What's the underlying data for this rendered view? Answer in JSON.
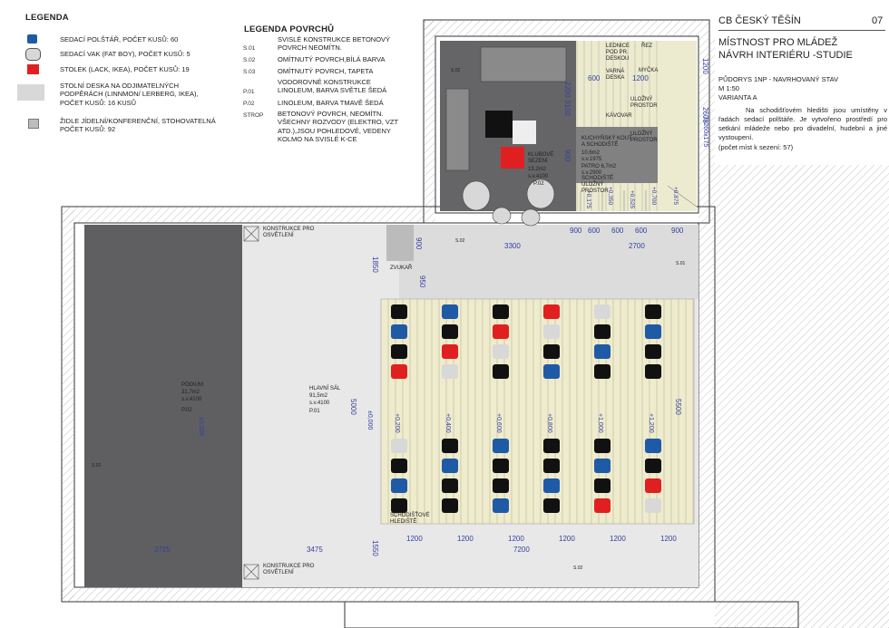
{
  "legend": {
    "title": "LEGENDA",
    "items": [
      {
        "label": "SEDACÍ POLŠTÁŘ, POČET KUSŮ: 60",
        "color": "#1f5aa6",
        "icon": "cushion-icon"
      },
      {
        "label": "SEDACÍ VAK (FAT BOY), POČET KUSŮ: 5",
        "color": "#d8d8d8",
        "icon": "beanbag-icon"
      },
      {
        "label": "STOLEK (LACK, IKEA), POČET KUSŮ: 19",
        "color": "#e02020",
        "icon": "table-icon"
      },
      {
        "label": "STOLNÍ DESKA NA ODJIMATELNÝCH PODPĚRÁCH (LINNMON/ LERBERG, IKEA), POČET KUSŮ: 16 KUSŮ",
        "color": "#d8d8d8",
        "icon": "tabletop-icon"
      },
      {
        "label": "ŽIDLE JÍDELNÍ/KONFERENČNÍ, STOHOVATELNÁ POČET KUSŮ: 92",
        "color": "#bdbdbd",
        "icon": "chair-icon"
      }
    ]
  },
  "surfaces": {
    "title": "LEGENDA POVRCHŮ",
    "items": [
      {
        "code": "S.01",
        "label": "SVISLÉ KONSTRUKCE BETONOVÝ POVRCH NEOMÍTN."
      },
      {
        "code": "S.02",
        "label": "OMÍTNUTÝ POVRCH,BÍLÁ BARVA"
      },
      {
        "code": "S.03",
        "label": "OMÍTNUTÝ POVRCH, TAPETA"
      },
      {
        "code": "P.01",
        "label": "VODOROVNÉ KONSTRUKCE LINOLEUM, BARVA SVĚTLE ŠEDÁ"
      },
      {
        "code": "P.02",
        "label": "LINOLEUM, BARVA TMAVĚ ŠEDÁ"
      },
      {
        "code": "STROP",
        "label": "BETONOVÝ POVRCH, NEOMÍTN. VŠECHNY ROZVODY (ELEKTRO, VZT ATD.),JSOU POHLEDOVÉ, VEDENY KOLMO NA SVISLÉ K-CE"
      }
    ]
  },
  "header": {
    "org": "CB ČESKÝ TĚŠÍN",
    "page": "07",
    "title_line1": "MÍSTNOST PRO MLÁDEŽ",
    "title_line2": "NÁVRH INTERIÉRU -STUDIE",
    "plan": "PŮDORYS 1NP - NAVRHOVANÝ STAV",
    "scale": "M 1:50",
    "variant": "VARIANTA A",
    "note": "Na schodišťovém hledišti jsou umístěny v řadách sedací polštáře. Je vytvořeno prostředí pro setkání mládeže nebo pro divadelní, hudební a jiné vystoupení.",
    "seats": "(počet míst k sezení: 57)"
  },
  "rooms": {
    "podium": {
      "name": "PÓDIUM",
      "area": "31,7m2",
      "level": "s.v.4100",
      "floor": "P.02",
      "height": "±0,000"
    },
    "hall": {
      "name": "HLAVNÍ SÁL",
      "area": "91,5m2",
      "level": "s.v.4100",
      "floor": "P.01",
      "height": "±0,000"
    },
    "club": {
      "name": "KLUBOVÉ SEZENÍ",
      "area": "13,2m2",
      "level": "s.v.4100",
      "floor": "P.02"
    },
    "kitchen": {
      "name": "KUCHYŇSKÝ KOUT A SCHODIŠTĚ",
      "area": "10,6m2",
      "level": "s.v.1975",
      "mezz": "PATRO 6,7m2",
      "mezz_level": "s.v.2900"
    },
    "stairs_label": "SCHODIŠŤOVÉ HLEDIŠTĚ",
    "storage": "SCHODIŠTĚ ULOŽNÝ PROSTOR"
  },
  "labels": {
    "light1": "KONSTRUKCE PRO OSVĚTLENÍ",
    "light2": "KONSTRUKCE PRO OSVĚTLENÍ",
    "bell": "ZVUKAŘ",
    "fridge": "LEDNICE POD PR. DESKOU",
    "sink": "VARNÁ DESKA",
    "shelf": "ŘEZ",
    "dish": "MYČKA",
    "store1": "ULOŽNÝ PROSTOR",
    "store2": "ULOŽNÝ PROSTOR",
    "coffee": "KÁVOVAR"
  },
  "levels": [
    "+0,200",
    "+0,400",
    "+0,600",
    "+0,800",
    "+1,000",
    "+1,200"
  ],
  "mezz_levels": [
    "+0,175",
    "+0,350",
    "+0,525",
    "+0,700",
    "+0,875"
  ],
  "dims": {
    "d3725": "3725",
    "d3475": "3475",
    "d7200": "7200",
    "d3300": "3300",
    "d2700": "2700",
    "d900a": "900",
    "d600a": "600",
    "d600b": "600",
    "d600c": "600",
    "d900b": "900",
    "d1200a": "1200",
    "d1200b": "1200",
    "d1200c": "1200",
    "d1200d": "1200",
    "d1200e": "1200",
    "d1200f": "1200",
    "d5000": "5000",
    "d5500": "5500",
    "d1550": "1550",
    "d950": "950",
    "d1850": "1850",
    "d2200": "2200",
    "d3100": "3100",
    "d600k": "600",
    "d1200k": "1200",
    "d1200v": "1200",
    "d2600": "2600",
    "d7x175": "7x260x175",
    "d900k": "900",
    "d900l": "900"
  },
  "surface_tags": {
    "s01": "S.01",
    "s02": "S.02"
  }
}
